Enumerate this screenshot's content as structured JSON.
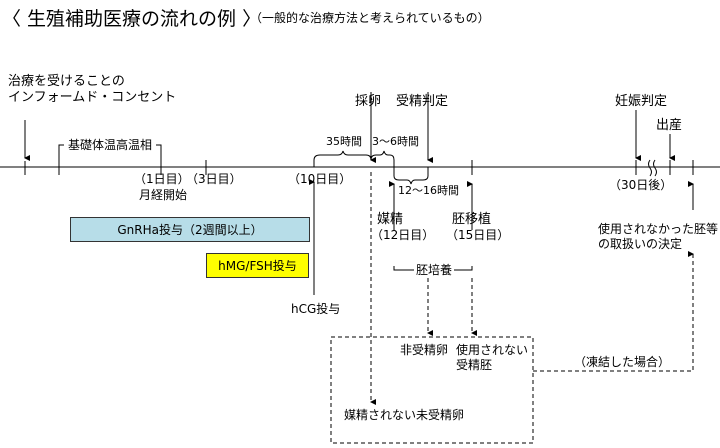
{
  "header": {
    "title": "〈 生殖補助医療の流れの例 〉",
    "subtitle": "（一般的な治療方法と考えられているもの）"
  },
  "timeline": {
    "informed_consent": [
      "治療を受けることの",
      "インフォームド・コンセント"
    ],
    "basal_temp": "基礎体温高温相",
    "day1": "（1日目）",
    "menstruation": "月経開始",
    "day3": "（3日目）",
    "day10": "（10日目）",
    "egg_retrieval": "採卵",
    "fert_check": "受精判定",
    "hours_35": "35時間",
    "hours_3_6": "3～6時間",
    "hours_12_16": "12～16時間",
    "pregnancy_check": "妊娠判定",
    "birth": "出産",
    "day30": "（30日後）"
  },
  "bars": {
    "gnrha": "GnRHa投与（2週間以上）",
    "hmg": "hMG/FSH投与",
    "hcg": "hCG投与"
  },
  "events": {
    "insemination": "媒精",
    "insemination_day": "（12日目）",
    "transfer": "胚移植",
    "transfer_day": "（15日目）",
    "culture": "胚培養",
    "unused_decision": [
      "使用されなかった胚等",
      "の取扱いの決定"
    ]
  },
  "leftovers": {
    "unfertilized": "非受精卵",
    "unused_embryo": [
      "使用されない",
      "受精胚"
    ],
    "not_inseminated": "媒精されない未受精卵",
    "frozen": "（凍結した場合）"
  }
}
